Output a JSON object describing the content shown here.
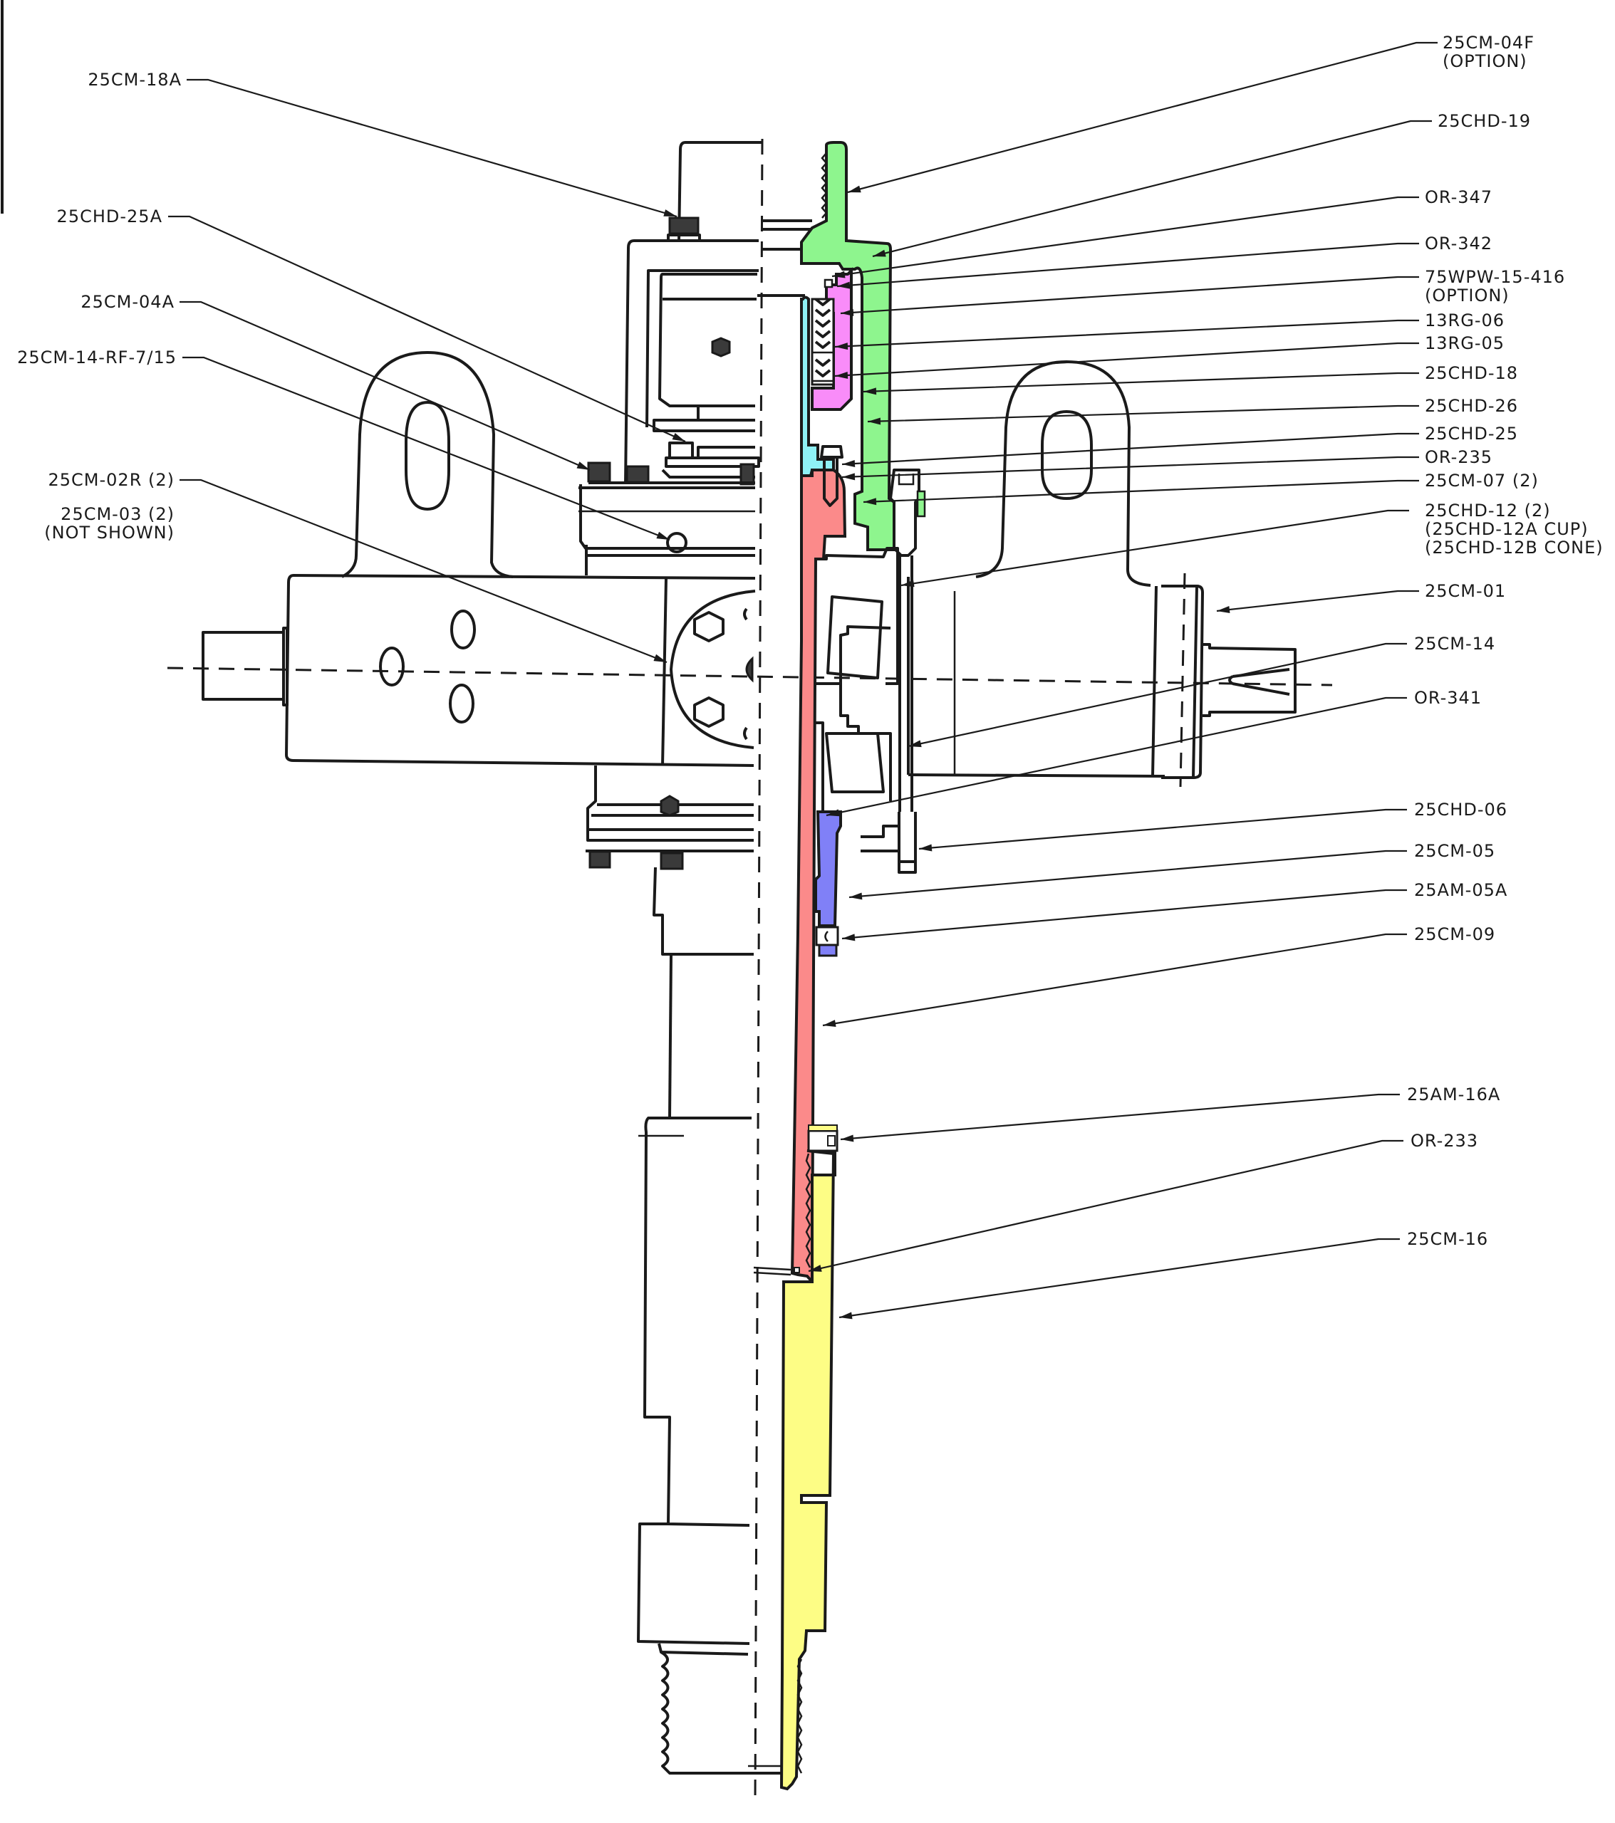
{
  "drawing": {
    "title": "Swivel / stripper head assembly cross-section",
    "part_colors": {
      "upper_body": "#8ef58e",
      "packer_housing": "#f98cf9",
      "inner_sleeve": "#8ff1f5",
      "mandrel": "#fb8a8a",
      "lock_nut": "#8080f7",
      "bottom_sub": "#fdfd85",
      "line": "#1a1a1a",
      "background": "#ffffff"
    },
    "labels_left": [
      {
        "id": "25CM-18A",
        "lines": [
          "25CM-18A"
        ]
      },
      {
        "id": "25CHD-25A",
        "lines": [
          "25CHD-25A"
        ]
      },
      {
        "id": "25CM-04A",
        "lines": [
          "25CM-04A"
        ]
      },
      {
        "id": "25CM-14-RF-7/15",
        "lines": [
          "25CM-14-RF-7/15"
        ]
      },
      {
        "id": "25CM-02R",
        "lines": [
          "25CM-02R (2)"
        ]
      },
      {
        "id": "25CM-03",
        "lines": [
          "25CM-03 (2)",
          "(NOT SHOWN)"
        ]
      }
    ],
    "labels_right": [
      {
        "id": "25CM-04F",
        "lines": [
          "25CM-04F",
          "(OPTION)"
        ]
      },
      {
        "id": "25CHD-19",
        "lines": [
          "25CHD-19"
        ]
      },
      {
        "id": "OR-347",
        "lines": [
          "OR-347"
        ]
      },
      {
        "id": "OR-342",
        "lines": [
          "OR-342"
        ]
      },
      {
        "id": "75WPW-15-416",
        "lines": [
          "75WPW-15-416",
          "(OPTION)"
        ]
      },
      {
        "id": "13RG-06",
        "lines": [
          "13RG-06"
        ]
      },
      {
        "id": "13RG-05",
        "lines": [
          "13RG-05"
        ]
      },
      {
        "id": "25CHD-18",
        "lines": [
          "25CHD-18"
        ]
      },
      {
        "id": "25CHD-26",
        "lines": [
          "25CHD-26"
        ]
      },
      {
        "id": "25CHD-25",
        "lines": [
          "25CHD-25"
        ]
      },
      {
        "id": "OR-235",
        "lines": [
          "OR-235"
        ]
      },
      {
        "id": "25CM-07",
        "lines": [
          "25CM-07  (2)"
        ]
      },
      {
        "id": "25CHD-12",
        "lines": [
          "25CHD-12  (2)",
          "(25CHD-12A      CUP)",
          "(25CHD-12B      CONE)"
        ]
      },
      {
        "id": "25CM-01",
        "lines": [
          "25CM-01"
        ]
      },
      {
        "id": "25CM-14",
        "lines": [
          "25CM-14"
        ]
      },
      {
        "id": "OR-341",
        "lines": [
          "OR-341"
        ]
      },
      {
        "id": "25CHD-06",
        "lines": [
          "25CHD-06"
        ]
      },
      {
        "id": "25CM-05",
        "lines": [
          "25CM-05"
        ]
      },
      {
        "id": "25AM-05A",
        "lines": [
          "25AM-05A"
        ]
      },
      {
        "id": "25CM-09",
        "lines": [
          "25CM-09"
        ]
      },
      {
        "id": "25AM-16A",
        "lines": [
          "25AM-16A"
        ]
      },
      {
        "id": "OR-233",
        "lines": [
          "OR-233"
        ]
      },
      {
        "id": "25CM-16",
        "lines": [
          "25CM-16"
        ]
      }
    ]
  }
}
